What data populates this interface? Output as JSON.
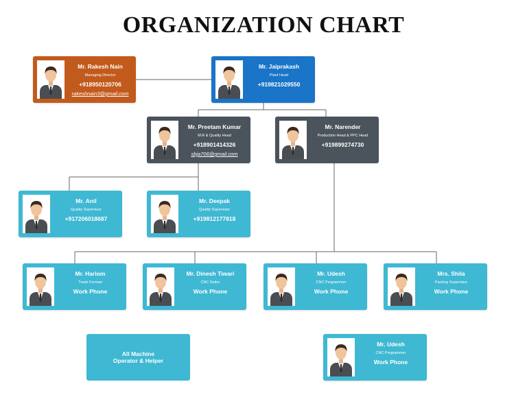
{
  "title": "ORGANIZATION CHART",
  "colors": {
    "orange": "#c25a1c",
    "blue": "#1a74c8",
    "dark": "#4b535c",
    "cyan": "#3fb8d3",
    "line": "#666666"
  },
  "icons": {
    "person": "person-silhouette-icon"
  },
  "people": {
    "rakesh": {
      "name": "Mr. Rakesh Nain",
      "role": "Managing Director",
      "phone": "+918950120706",
      "email": "rakeshnain3@gmail.com"
    },
    "jaiprakash": {
      "name": "Mr. Jaiprakash",
      "role": "Plant Head",
      "phone": "+919821029550"
    },
    "preetam": {
      "name": "Mr. Preetam Kumar",
      "role": "M.R & Quality Head",
      "phone": "+918901414326",
      "email": "sbja706@gmail.com"
    },
    "narender": {
      "name": "Mr. Narender",
      "role": "Production Head & PPC Head",
      "phone": "+919899274730"
    },
    "anil": {
      "name": "Mr. Anil",
      "role": "Quality Supervisor",
      "phone": "+917206018687"
    },
    "deepak": {
      "name": "Mr. Deepak",
      "role": "Quality Supervisor",
      "phone": "+919812177818"
    },
    "hariom": {
      "name": "Mr. Hariom",
      "role": "Traub  Forman",
      "phone": "Work Phone"
    },
    "dinesh": {
      "name": "Mr. Dinesh Tiwari",
      "role": "CNC Setter",
      "phone": "Work Phone"
    },
    "udesh1": {
      "name": "Mr. Udesh",
      "role": "CNC Programmer",
      "phone": "Work Phone"
    },
    "shila": {
      "name": "Mrs. Shila",
      "role": "Packing Supervisor",
      "phone": "Work Phone"
    },
    "udesh2": {
      "name": "Mr. Udesh",
      "role": "CNC Programmer",
      "phone": "Work Phone"
    }
  },
  "group": {
    "label_line1": "All Machine",
    "label_line2": "Operator & Helper"
  }
}
